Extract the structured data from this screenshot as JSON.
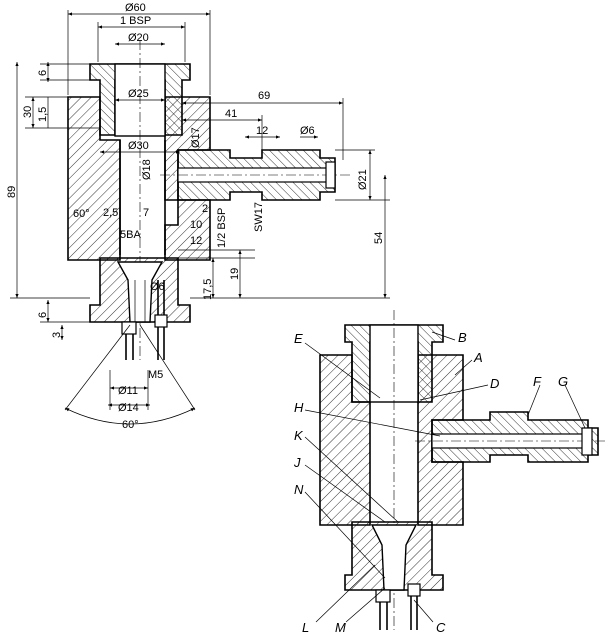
{
  "dimensions": {
    "d60": "Ø60",
    "bsp1": "1 BSP",
    "d20": "Ø20",
    "d25": "Ø25",
    "d30": "Ø30",
    "d17": "Ø17",
    "d18": "Ø18",
    "d6_top": "Ø6",
    "d21": "Ø21",
    "d6_lower": "Ø6",
    "d11": "Ø11",
    "d14": "Ø14",
    "v6_top": "6",
    "v30": "30",
    "v1_5": "1,5",
    "v89": "89",
    "v69": "69",
    "v41": "41",
    "v12_top": "12",
    "v54": "54",
    "v2_5": "2,5",
    "v7": "7",
    "v2": "2",
    "v10": "10",
    "v12_mid": "12",
    "bsp_half": "1/2 BSP",
    "sw17": "SW17",
    "v17_5": "17,5",
    "v19": "19",
    "v6_bot": "6",
    "v3": "3",
    "m5": "M5",
    "ang60_top": "60°",
    "ang60_bot": "60°",
    "v5BA": "5BA"
  },
  "labels": {
    "A": "A",
    "B": "B",
    "C": "C",
    "D": "D",
    "E": "E",
    "F": "F",
    "G": "G",
    "H": "H",
    "J": "J",
    "K": "K",
    "L": "L",
    "M": "M",
    "N": "N"
  }
}
